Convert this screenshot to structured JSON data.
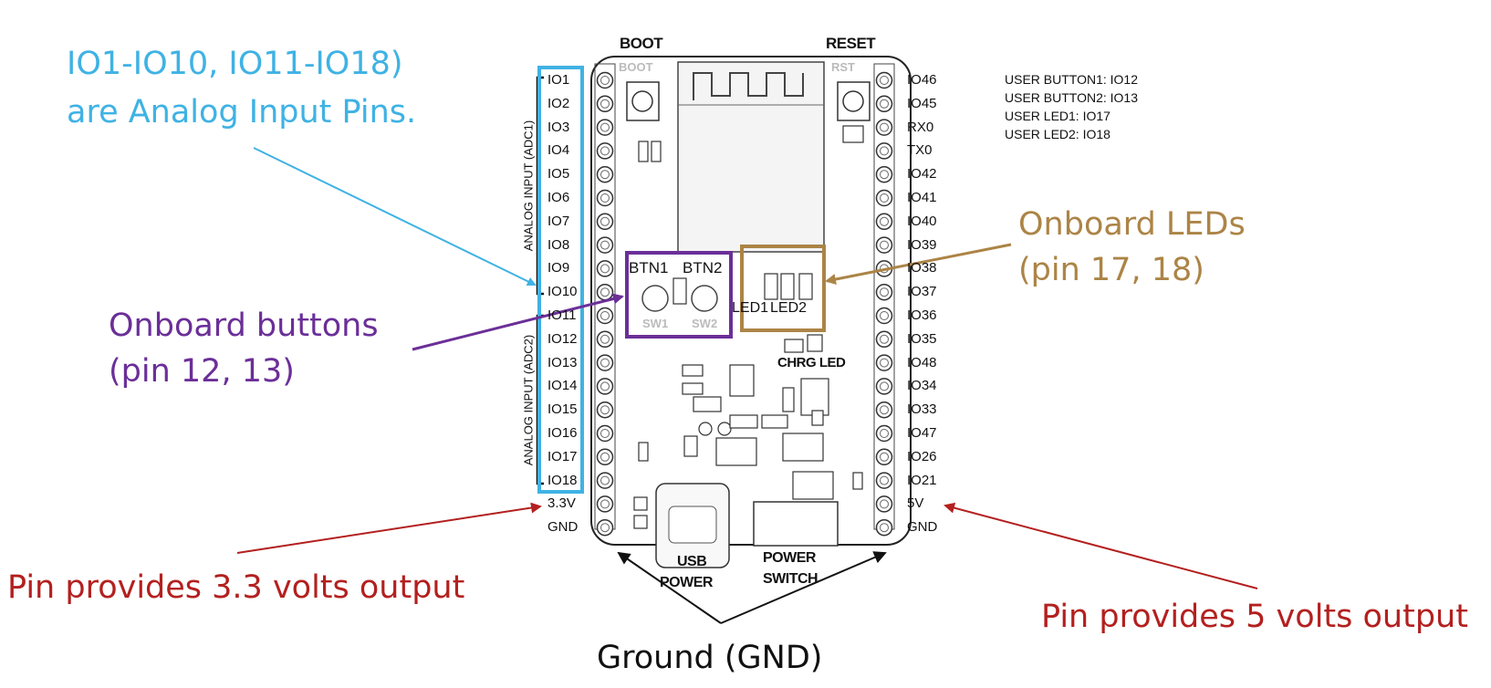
{
  "callouts": {
    "analog_line1": "IO1-IO10, IO11-IO18)",
    "analog_line2": "are Analog Input Pins.",
    "buttons_line1": "Onboard buttons",
    "buttons_line2": "(pin 12, 13)",
    "leds_line1": "Onboard LEDs",
    "leds_line2": "(pin 17, 18)",
    "v33": "Pin provides 3.3 volts output",
    "v5": "Pin provides 5 volts output",
    "ground": "Ground (GND)"
  },
  "board": {
    "boot": "BOOT",
    "reset": "RESET",
    "boot_silk": "BOOT",
    "rst_silk": "RST",
    "btn1": "BTN1",
    "btn2": "BTN2",
    "sw1": "SW1",
    "sw2": "SW2",
    "led1": "LED1",
    "led2": "LED2",
    "chrg_led": "CHRG LED",
    "usb_line1": "USB",
    "usb_line2": "POWER",
    "switch_line1": "POWER",
    "switch_line2": "SWITCH",
    "adc1": "ANALOG INPUT (ADC1)",
    "adc2": "ANALOG INPUT (ADC2)"
  },
  "left_pins": [
    "IO1",
    "IO2",
    "IO3",
    "IO4",
    "IO5",
    "IO6",
    "IO7",
    "IO8",
    "IO9",
    "IO10",
    "IO11",
    "IO12",
    "IO13",
    "IO14",
    "IO15",
    "IO16",
    "IO17",
    "IO18",
    "3.3V",
    "GND"
  ],
  "right_pins": [
    "IO46",
    "IO45",
    "RX0",
    "TX0",
    "IO42",
    "IO41",
    "IO40",
    "IO39",
    "IO38",
    "IO37",
    "IO36",
    "IO35",
    "IO48",
    "IO34",
    "IO33",
    "IO47",
    "IO26",
    "IO21",
    "5V",
    "GND"
  ],
  "user_info": [
    "USER BUTTON1: IO12",
    "USER BUTTON2: IO13",
    "USER LED1: IO17",
    "USER LED2: IO18"
  ],
  "colors": {
    "blue": "#3fb2e4",
    "purple": "#6b2f98",
    "gold": "#ac8446",
    "red": "#b3201f"
  }
}
